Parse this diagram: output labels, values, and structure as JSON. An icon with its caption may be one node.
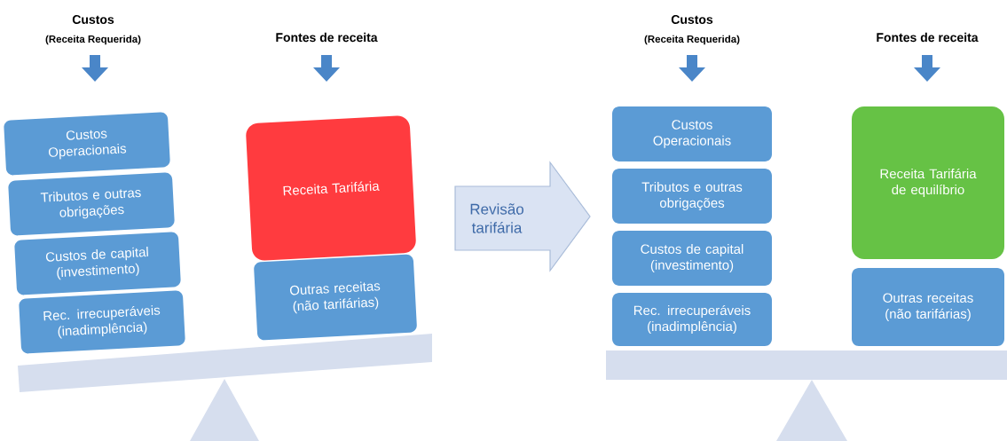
{
  "diagram": {
    "nodes": [
      {
        "text": [
          "Custos Operacionais"
        ]
      },
      {
        "text": [
          "Tributos e outras obrigações"
        ]
      },
      {
        "text": [
          "Custos de capital (investimento)"
        ]
      },
      {
        "text": [
          "Rec. irrecuperáveis (inadimplência)"
        ]
      },
      {
        "text": [
          "Receita Tarifária"
        ]
      },
      {
        "text": [
          "Outras receitas (não tarifárias)"
        ]
      },
      {
        "text": [
          "Revisão tarifária"
        ]
      },
      {
        "text": [
          "Custos Operacionais"
        ]
      },
      {
        "text": [
          "Tributos e outras obrigações"
        ]
      },
      {
        "text": [
          "Custos de capital (investimento)"
        ]
      },
      {
        "text": [
          "Rec. irrecuperáveis (inadimplência)"
        ]
      },
      {
        "text": [
          "Receita Tarifária de equilíbrio"
        ]
      },
      {
        "text": [
          "Outras receitas (não tarifárias)"
        ]
      }
    ],
    "labels": [
      "Custos",
      "(Receita Requerida)",
      "Fontes de receita",
      "Custos",
      "(Receita Requerida)",
      "Fontes de receita"
    ]
  }
}
